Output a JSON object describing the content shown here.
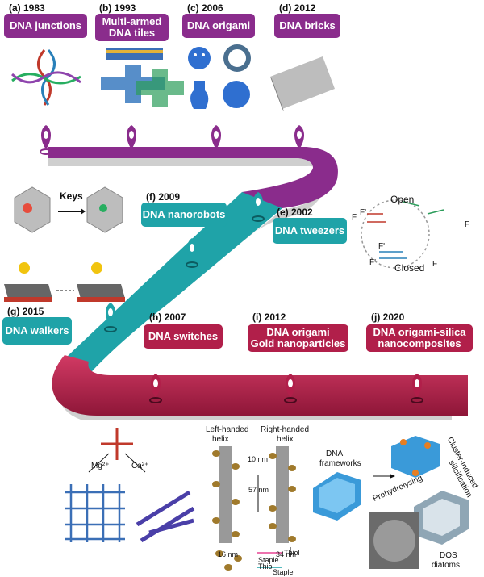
{
  "milestones": [
    {
      "tag": "(a) 1983",
      "title": "DNA junctions"
    },
    {
      "tag": "(b) 1993",
      "title": "Multi-armed DNA tiles"
    },
    {
      "tag": "(c) 2006",
      "title": "DNA origami"
    },
    {
      "tag": "(d) 2012",
      "title": "DNA bricks"
    },
    {
      "tag": "(e) 2002",
      "title": "DNA tweezers"
    },
    {
      "tag": "(f) 2009",
      "title": "DNA nanorobots"
    },
    {
      "tag": "(g) 2015",
      "title": "DNA walkers"
    },
    {
      "tag": "(h) 2007",
      "title": "DNA switches"
    },
    {
      "tag": "(i) 2012",
      "title": "DNA origami Gold nanoparticles"
    },
    {
      "tag": "(j) 2020",
      "title": "DNA origami-silica nanocomposites"
    }
  ],
  "box_lines": {
    "b1": "Multi-armed",
    "b2": "DNA tiles",
    "i1": "DNA origami",
    "i2": "Gold nanoparticles",
    "j1": "DNA origami-silica",
    "j2": "nanocomposites"
  },
  "annotations": {
    "keys": "Keys",
    "open": "Open",
    "closed": "Closed",
    "f": "F",
    "f_prime": "F'",
    "mg": "Mg²⁺",
    "ca": "Ca²⁺",
    "left_helix_1": "Left-handed",
    "left_helix_2": "helix",
    "right_helix_1": "Right-handed",
    "right_helix_2": "helix",
    "nm10": "10 nm",
    "nm57": "57 nm",
    "nm16": "16 nm",
    "nm34": "34 nm",
    "thiol": "Thiol",
    "staple": "Staple",
    "dna_frameworks_1": "DNA",
    "dna_frameworks_2": "frameworks",
    "prehydrolysing": "Prehydrolysing",
    "cluster_induced_1": "Cluster-induced",
    "cluster_induced_2": "silicification",
    "dos_1": "DOS",
    "dos_2": "diatoms"
  },
  "colors": {
    "purple": "#8a2c8c",
    "teal": "#1fa3a8",
    "crimson": "#b11f4a"
  }
}
